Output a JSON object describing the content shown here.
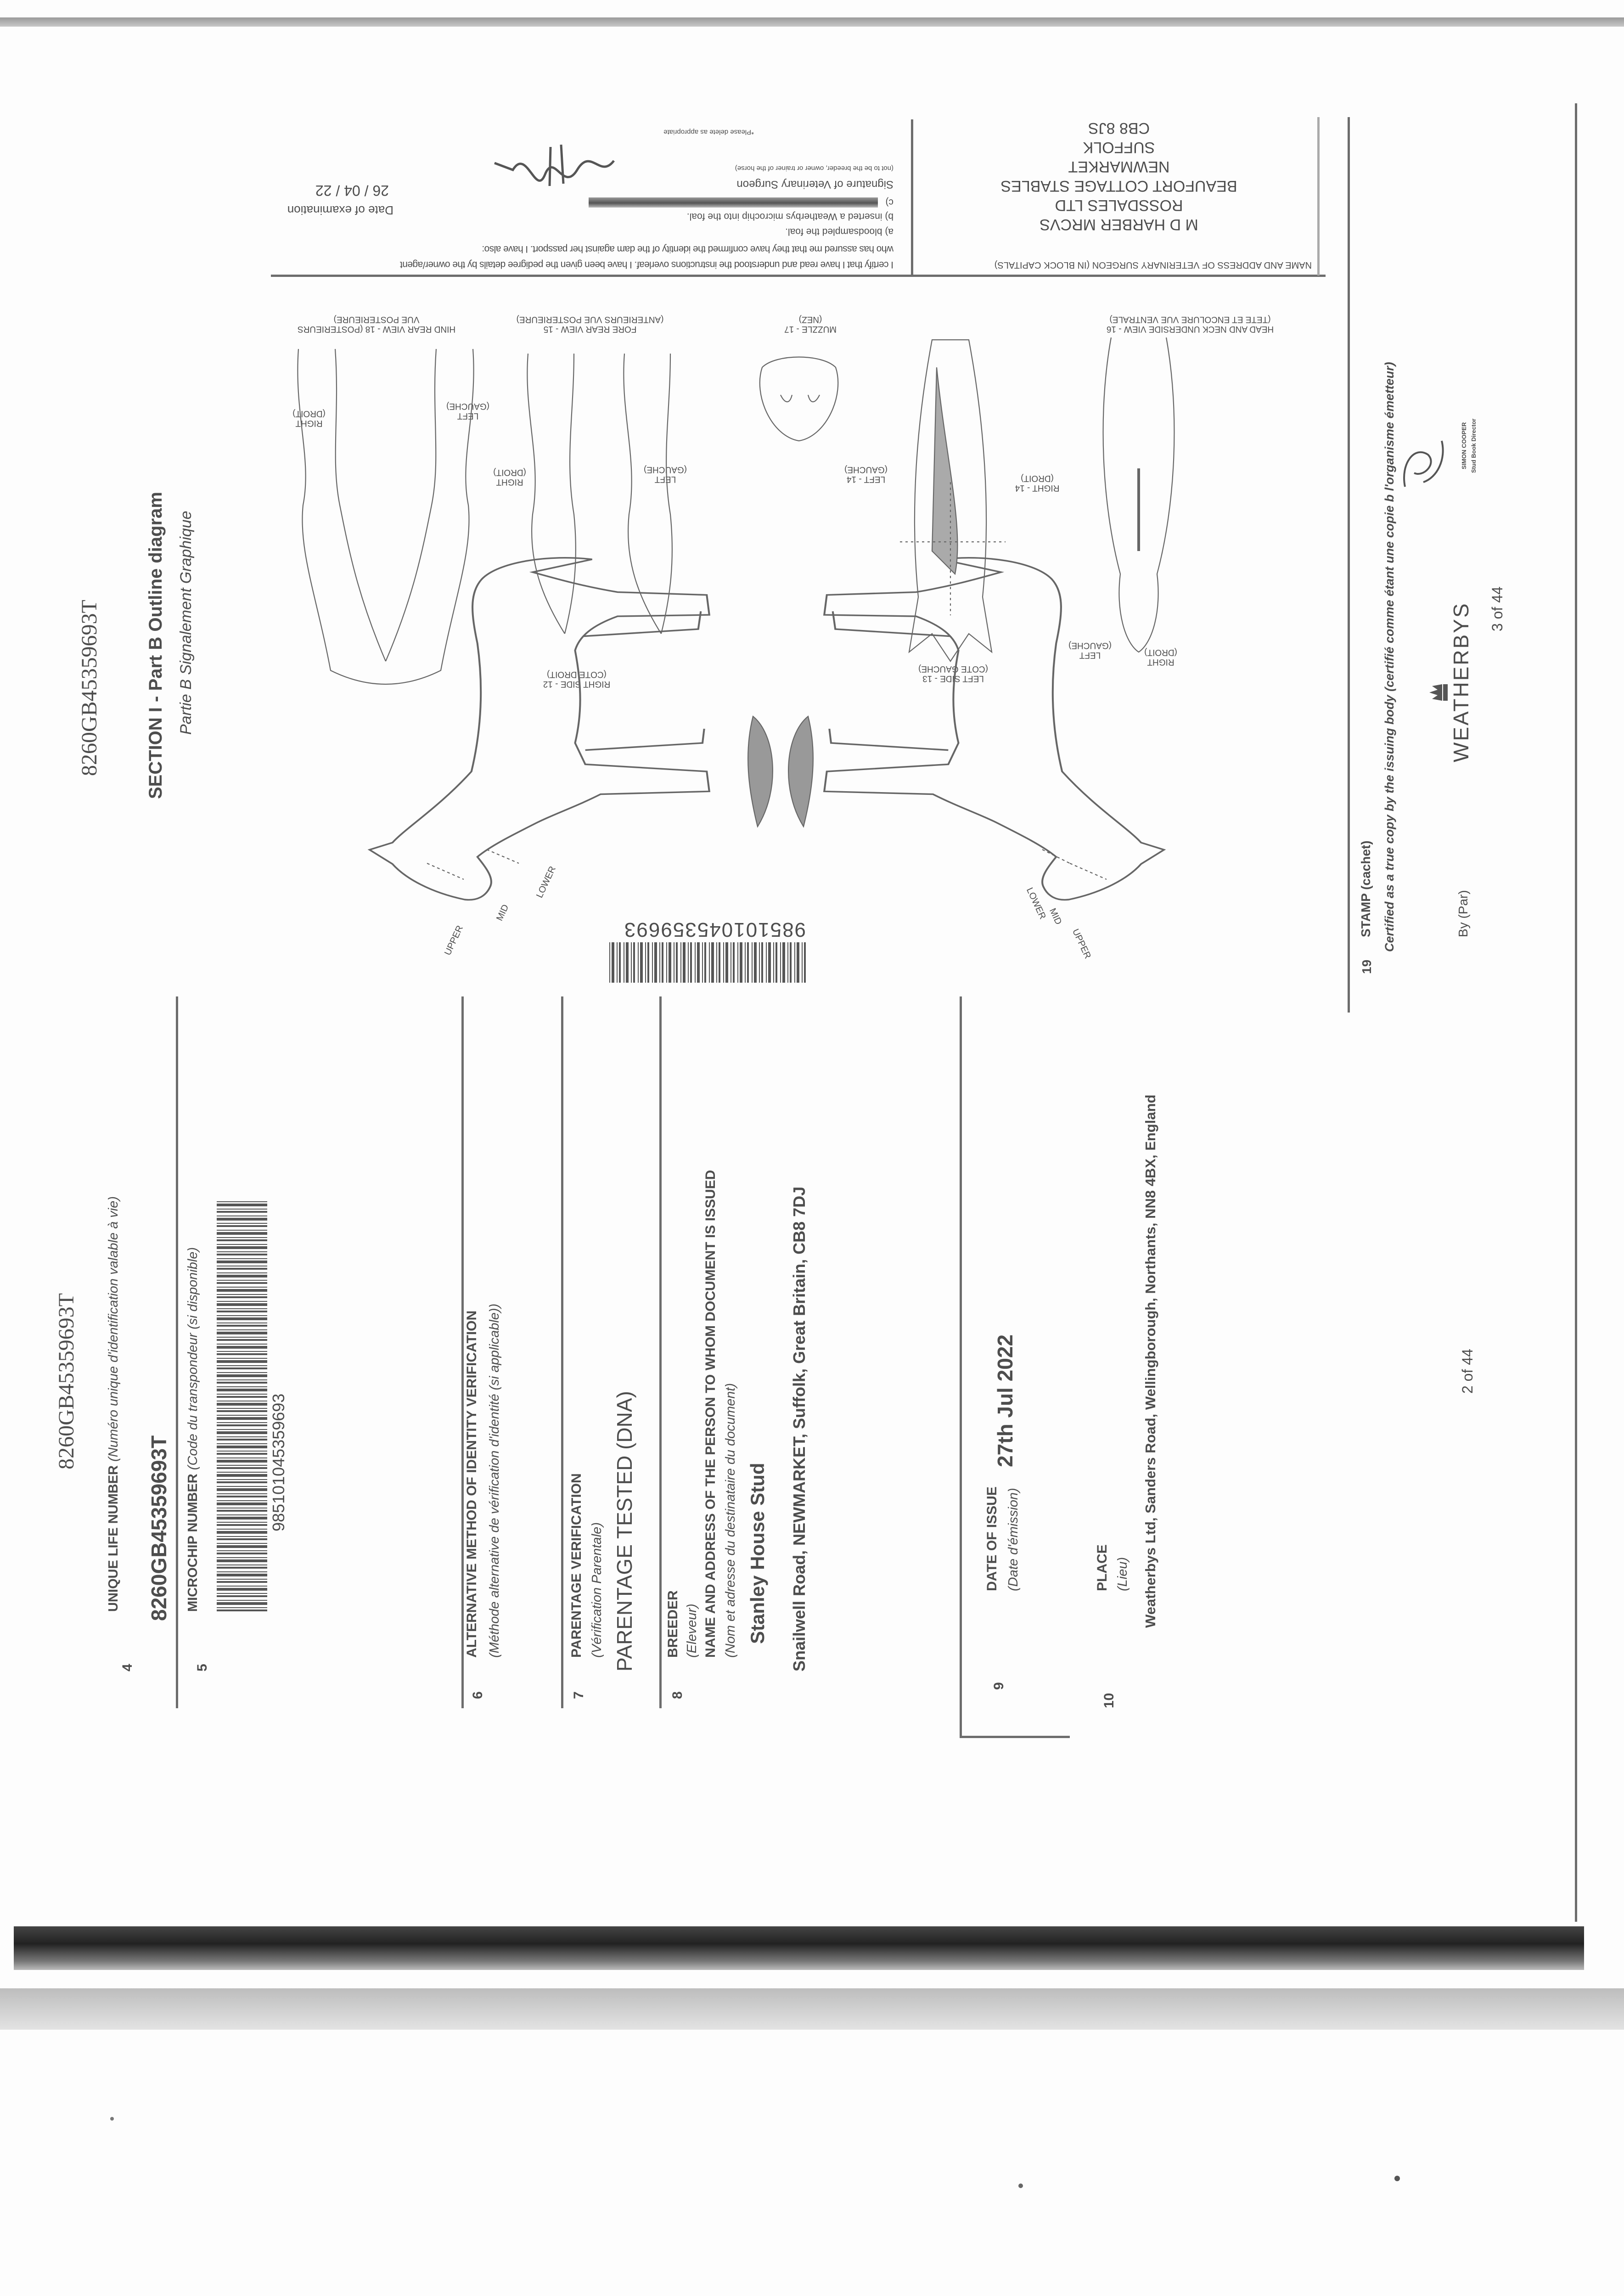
{
  "page2": {
    "header_id": "8260GB45359693T",
    "page_number": "2 of 44",
    "items": [
      {
        "num": "4",
        "label": "UNIQUE LIFE NUMBER",
        "label_fr": "(Numéro unique d'identification valable à vie)",
        "value": "8260GB45359693T"
      },
      {
        "num": "5",
        "label": "MICROCHIP NUMBER",
        "label_fr": "(Code du transpondeur (si disponible)",
        "value": "985101045359693"
      },
      {
        "num": "6",
        "label": "ALTERNATIVE METHOD OF IDENTITY VERIFICATION",
        "label_fr": "(Méthode alternative de vérification d'identité (si applicable))"
      },
      {
        "num": "7",
        "label": "PARENTAGE VERIFICATION",
        "label_fr": "(Vérification Parentale)",
        "value": "PARENTAGE TESTED (DNA)"
      },
      {
        "num": "8",
        "label": "BREEDER",
        "label_fr": "(Eleveur)",
        "label2": "NAME AND ADDRESS OF THE PERSON TO WHOM DOCUMENT IS ISSUED",
        "label2_fr": "(Nom et adresse du destinataire du document)",
        "value": "Stanley House Stud",
        "value2": "Snailwell Road, NEWMARKET, Suffolk, Great Britain, CB8 7DJ"
      },
      {
        "num": "9",
        "label": "DATE OF ISSUE",
        "label_fr": "(Date d'émission)",
        "value": "27th Jul 2022"
      },
      {
        "num": "10",
        "label": "PLACE",
        "label_fr": "(Lieu)",
        "value": "Weatherbys Ltd, Sanders Road, Wellingborough, Northants, NN8 4BX, England"
      }
    ]
  },
  "page3": {
    "header_id": "8260GB45359693T",
    "title": "SECTION I - Part B Outline diagram",
    "subtitle": "Partie B Signalement Graphique",
    "page_number": "3 of 44",
    "barcode_number": "985101045359693",
    "diagram_labels": {
      "head_underside": [
        "HEAD AND NECK UNDERSIDE VIEW - 16",
        "(TETE ET ENCOLURE VUE VENTRALE)"
      ],
      "muzzle": [
        "MUZZLE - 17",
        "(NEZ)"
      ],
      "fore_rear": [
        "FORE REAR VIEW - 15",
        "(ANTERIEURS VUE POSTERIEURE)"
      ],
      "hind_rear": [
        "HIND REAR VIEW - 18 (POSTERIEURS",
        "VUE POSTERIEURE)"
      ],
      "hind_left": [
        "LEFT",
        "(GAUCHE)"
      ],
      "hind_right": [
        "RIGHT",
        "(DROIT)"
      ],
      "fore_left": [
        "LEFT",
        "(GAUCHE)"
      ],
      "fore_right": [
        "RIGHT",
        "(DROIT)"
      ],
      "head_left": [
        "LEFT - 14",
        "(GAUCHE)"
      ],
      "head_right": [
        "RIGHT - 14",
        "(DROIT)"
      ],
      "right_side": [
        "RIGHT SIDE - 12",
        "(COTE DROIT)"
      ],
      "left_side": [
        "LEFT SIDE - 13",
        "(COTE GAUCHE)"
      ],
      "underside_right": [
        "RIGHT",
        "(DROIT)"
      ],
      "underside_left": [
        "LEFT",
        "(GAUCHE)"
      ],
      "neck_zones": [
        "UPPER",
        "MID",
        "LOWER"
      ]
    },
    "vet": {
      "heading": "NAME AND ADDRESS OF VETERINARY SURGEON (IN BLOCK CAPITALS)",
      "address": [
        "M D HARBER MRCVS",
        "ROSSDALES LTD",
        "BEAUFORT COTTAGE STABLES",
        "NEWMARKET",
        "SUFFOLK",
        "CB8 8JS"
      ],
      "cert_lines": [
        "I certify that I have read and understood the instructions overleaf. I have been given the pedigree details by the owner/agent",
        "who has assured me that they have confirmed the identity of the dam against her passport. I have also:",
        "a) bloodsampled the foal.",
        "b) inserted a Weatherbys microchip into the foal.",
        "c)"
      ],
      "signature_label": "Signature of Veterinary Surgeon",
      "signature_note": "(not to be the breeder, owner or trainer of the horse)",
      "delete_note": "*Please delete as appropriate",
      "date_label": "Date of examination",
      "date_value": "26 / 04 / 22"
    },
    "stamp": {
      "num": "19",
      "label": "STAMP (cachet)",
      "certified": "Certified as a true copy by the issuing body (certifié comme étant une copie b l'organisme émetteur)",
      "by": "By (Par)",
      "logo": "WEATHERBYS",
      "signatory": "SIMON COOPER",
      "signatory_title": "Stud Book Director"
    }
  }
}
